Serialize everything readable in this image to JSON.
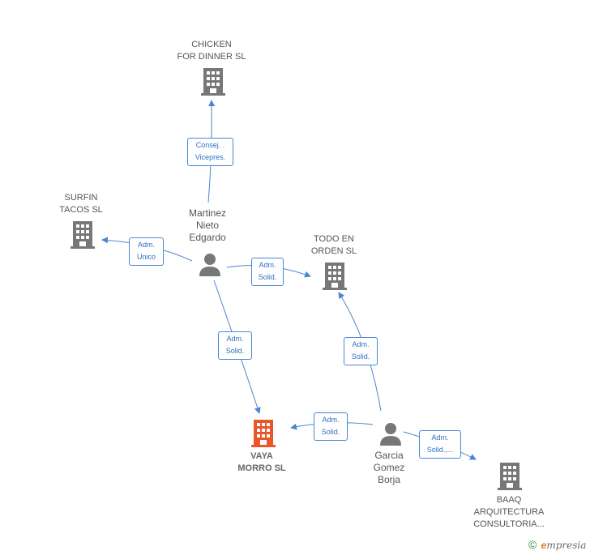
{
  "nodes": {
    "chicken": {
      "label": "CHICKEN\nFOR DINNER  SL",
      "icon": "building-icon"
    },
    "surfin": {
      "label": "SURFIN\nTACOS  SL",
      "icon": "building-icon"
    },
    "todo": {
      "label": "TODO EN\nORDEN  SL",
      "icon": "building-icon"
    },
    "vaya": {
      "label": "VAYA\nMORRO  SL",
      "icon": "building-icon"
    },
    "baaq": {
      "label": "BAAQ\nARQUITECTURA\nCONSULTORIA...",
      "icon": "building-icon"
    },
    "martinez": {
      "label": "Martinez\nNieto\nEdgardo",
      "icon": "person-icon"
    },
    "garcia": {
      "label": "Garcia\nGomez\nBorja",
      "icon": "person-icon"
    }
  },
  "edges": {
    "martinez_chicken": "Consej. .\nVicepres.",
    "martinez_surfin": "Adm.\nUnico",
    "martinez_todo": "Adm.\nSolid.",
    "martinez_vaya": "Adm.\nSolid.",
    "garcia_todo": "Adm.\nSolid.",
    "garcia_vaya": "Adm.\nSolid.",
    "garcia_baaq": "Adm.\nSolid.,..."
  },
  "colors": {
    "building": "#777777",
    "focus_building": "#e8562a",
    "person": "#777777",
    "edge": "#4a86d0"
  },
  "brand": {
    "copyright": "©",
    "name": "mpresia",
    "e": "e"
  }
}
